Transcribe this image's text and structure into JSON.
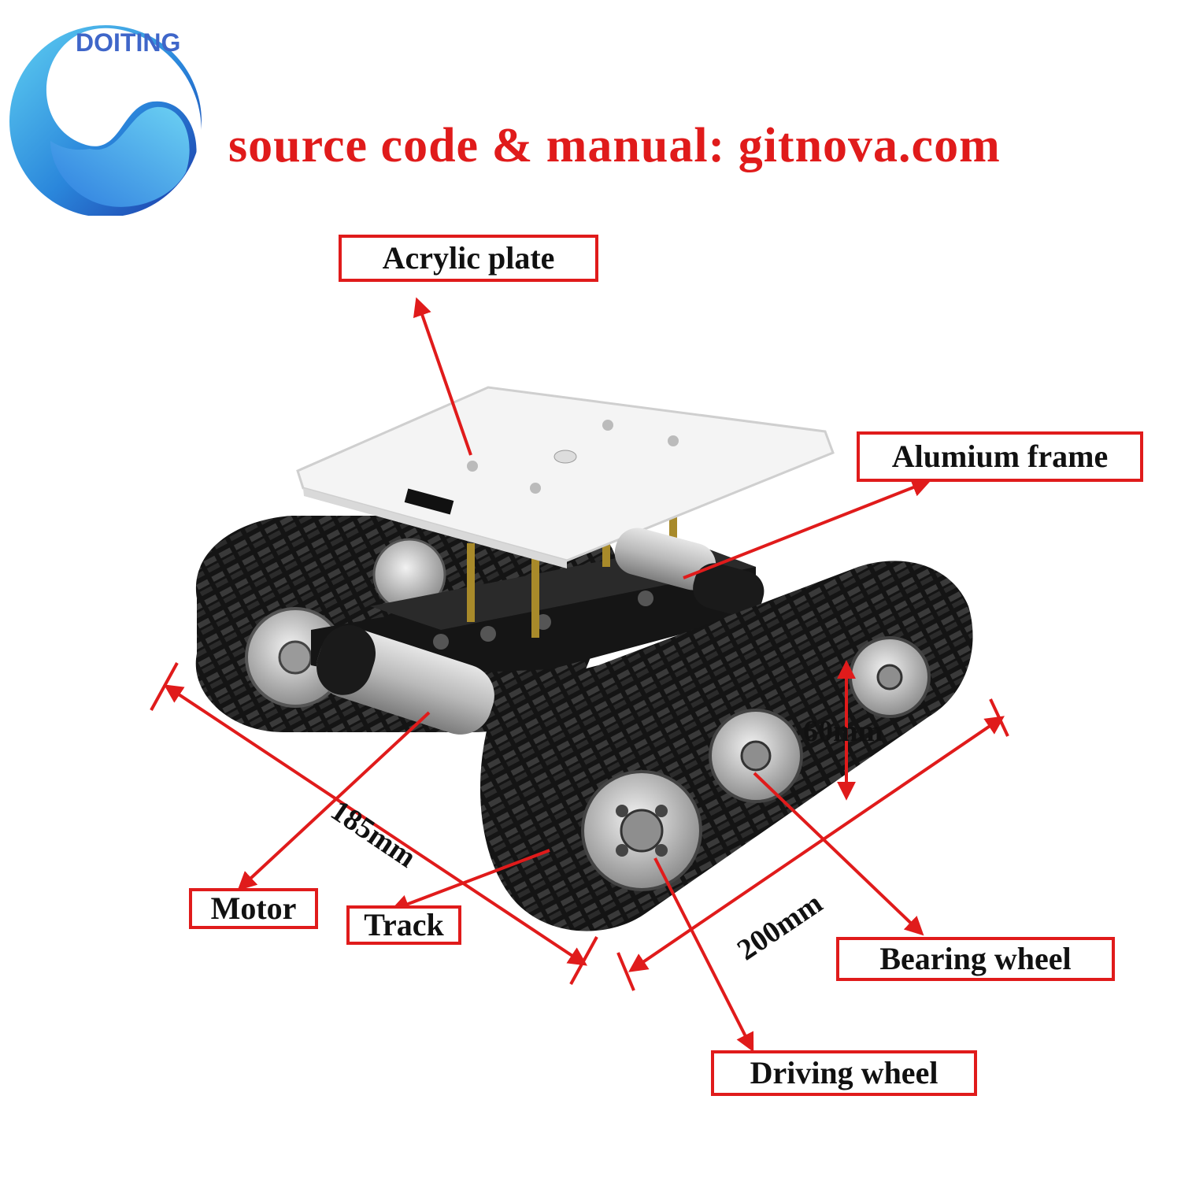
{
  "brand": {
    "name": "DOITING",
    "colors": {
      "logo_blue": "#3f66c9",
      "logo_cyan": "#2fa9e6",
      "logo_navy": "#1b3aa8",
      "accent_red": "#e01b1b"
    }
  },
  "headline": "source code & manual: gitnova.com",
  "callouts": {
    "acrylic_plate": "Acrylic plate",
    "alumium_frame": "Alumium frame",
    "motor": "Motor",
    "track": "Track",
    "bearing_wheel": "Bearing wheel",
    "driving_wheel": "Driving wheel"
  },
  "dimensions": {
    "length": "185mm",
    "width": "200mm",
    "height": "60mm"
  },
  "icons": [
    "doiting-logo-icon"
  ]
}
